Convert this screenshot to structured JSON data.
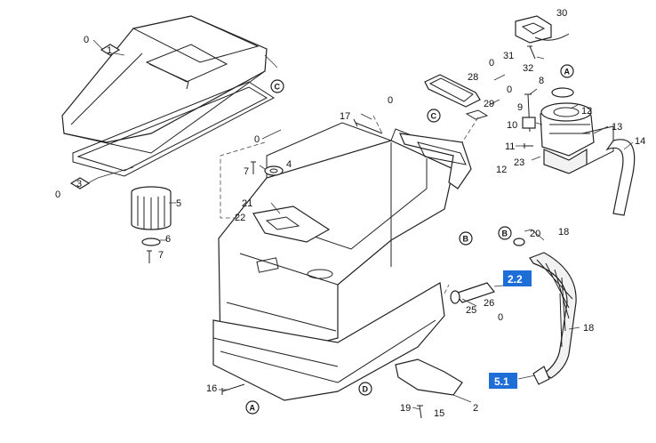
{
  "callouts": {
    "c0a": "0",
    "c1": "1",
    "c0b": "0",
    "c3": "3",
    "c5": "5",
    "c6": "6",
    "c7a": "7",
    "c0c": "0",
    "c7b": "7",
    "c4": "4",
    "c21": "21",
    "c22": "22",
    "c17": "17",
    "c0d": "0",
    "c28": "28",
    "c0e": "0",
    "c29": "29",
    "c0f": "0",
    "c30": "30",
    "c31": "31",
    "c32": "32",
    "c8": "8",
    "c9": "9",
    "c12a": "12",
    "c10": "10",
    "c11": "11",
    "c13": "13",
    "c14": "14",
    "c23": "23",
    "c12b": "12",
    "c20": "20",
    "c18a": "18",
    "c26": "26",
    "c25": "25",
    "c0g": "0",
    "c18b": "18",
    "c16": "16",
    "c19": "19",
    "c15": "15",
    "c2": "2"
  },
  "circles": {
    "C_lid": "C",
    "C_tank": "C",
    "B_tank": "B",
    "D_tank": "D",
    "A_motor": "A",
    "B_hose": "B",
    "A_bottom": "A"
  },
  "references": {
    "ref_22": "2.2",
    "ref_51": "5.1"
  },
  "colors": {
    "reference_bg": "#1e6ed8"
  }
}
